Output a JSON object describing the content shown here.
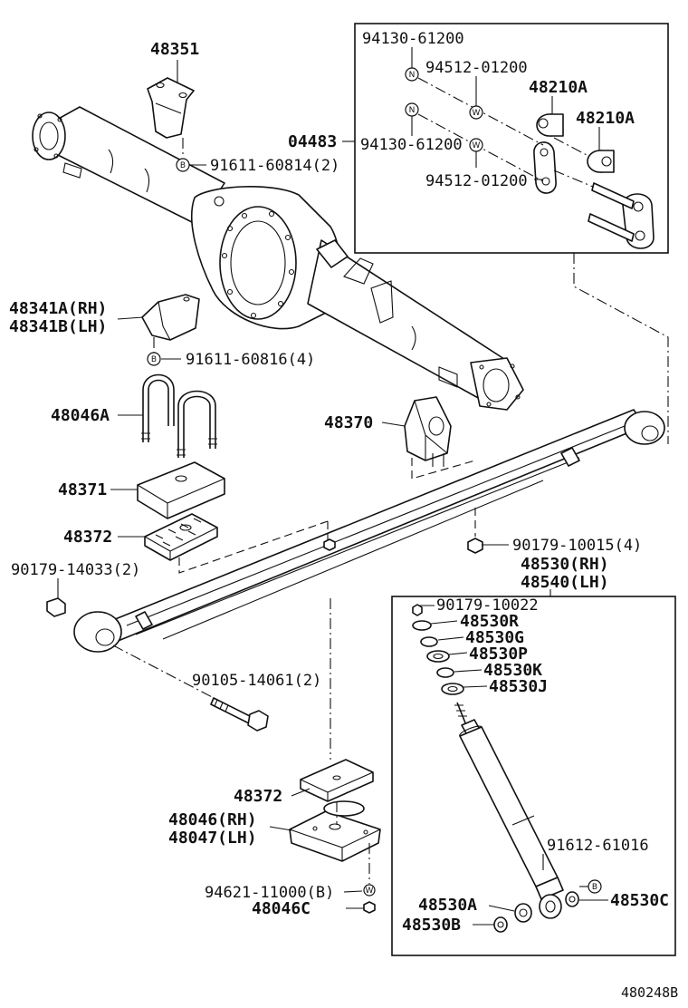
{
  "diagram_id": "480248B",
  "callouts": {
    "p48351": "48351",
    "p04483": "04483",
    "p94130_a": "94130-61200",
    "p94512_a": "94512-01200",
    "p94130_b": "94130-61200",
    "p94512_b": "94512-01200",
    "p48210A_a": "48210A",
    "p48210A_b": "48210A",
    "p91611_814": "91611-60814(2)",
    "p48341A": "48341A(RH)",
    "p48341B": "48341B(LH)",
    "p91611_816": "91611-60816(4)",
    "p48046A": "48046A",
    "p48370": "48370",
    "p48371": "48371",
    "p48372_top": "48372",
    "p90179_14033": "90179-14033(2)",
    "p90179_10015": "90179-10015(4)",
    "p48530RH": "48530(RH)",
    "p48540LH": "48540(LH)",
    "p90179_10022": "90179-10022",
    "p48530R": "48530R",
    "p48530G": "48530G",
    "p48530P": "48530P",
    "p48530K": "48530K",
    "p48530J": "48530J",
    "p90105": "90105-14061(2)",
    "p48372_bot": "48372",
    "p48046RH": "48046(RH)",
    "p48047LH": "48047(LH)",
    "p91612": "91612-61016",
    "p94621": "94621-11000(B)",
    "p48046C": "48046C",
    "p48530A": "48530A",
    "p48530B": "48530B",
    "p48530C": "48530C"
  },
  "symbols": {
    "bolt_b": "B",
    "nut_n": "N",
    "washer_w": "W"
  }
}
